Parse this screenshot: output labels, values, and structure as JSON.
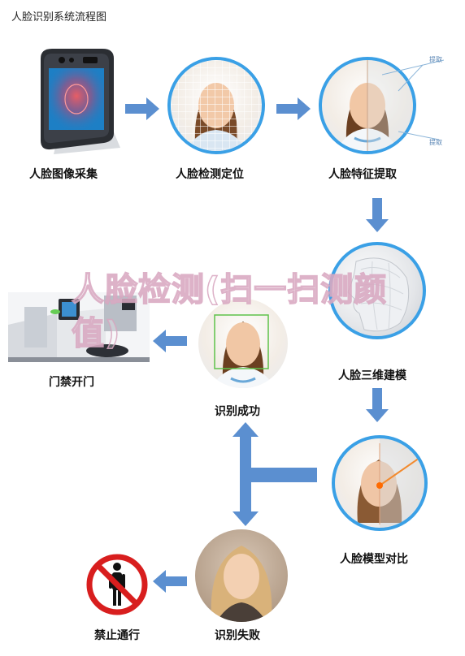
{
  "title": "人脸识别系统流程图",
  "steps": {
    "capture": "人脸图像采集",
    "detect": "人脸检测定位",
    "extract": "人脸特征提取",
    "model3d": "人脸三维建模",
    "compare": "人脸模型对比",
    "success": "识别成功",
    "fail": "识别失败",
    "gate_open": "门禁开门",
    "no_entry": "禁止通行"
  },
  "extract_tags": [
    "提取",
    "提取"
  ],
  "watermark": "人脸检测(扫一扫测颜值)",
  "colors": {
    "arrow": "#5b8fd0",
    "ring": "#3aa0e6",
    "prohibit": "#d81e1e"
  }
}
